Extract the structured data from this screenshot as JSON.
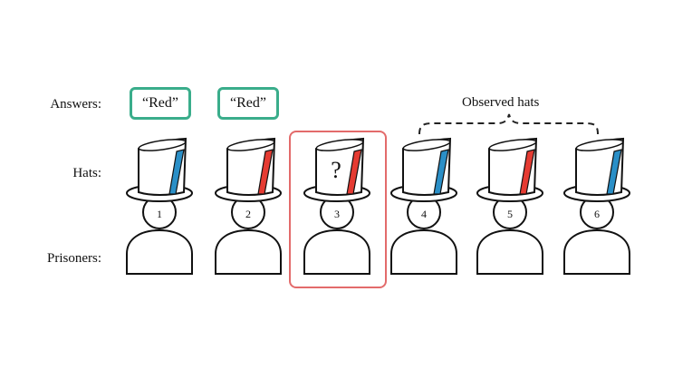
{
  "labels": {
    "answers": "Answers:",
    "hats": "Hats:",
    "prisoners": "Prisoners:"
  },
  "answers": [
    "“Red”",
    "“Red”"
  ],
  "observed_label": "Observed hats",
  "unknown_mark": "?",
  "prisoners": [
    {
      "number": "1",
      "hat_stripe": "blue"
    },
    {
      "number": "2",
      "hat_stripe": "red"
    },
    {
      "number": "3",
      "hat_stripe": "red"
    },
    {
      "number": "4",
      "hat_stripe": "blue"
    },
    {
      "number": "5",
      "hat_stripe": "red"
    },
    {
      "number": "6",
      "hat_stripe": "blue"
    }
  ],
  "colors": {
    "blue": "#2a8fc7",
    "red": "#e53b32",
    "answer_border": "#3aad8b",
    "focus_border": "#e36b6b"
  }
}
